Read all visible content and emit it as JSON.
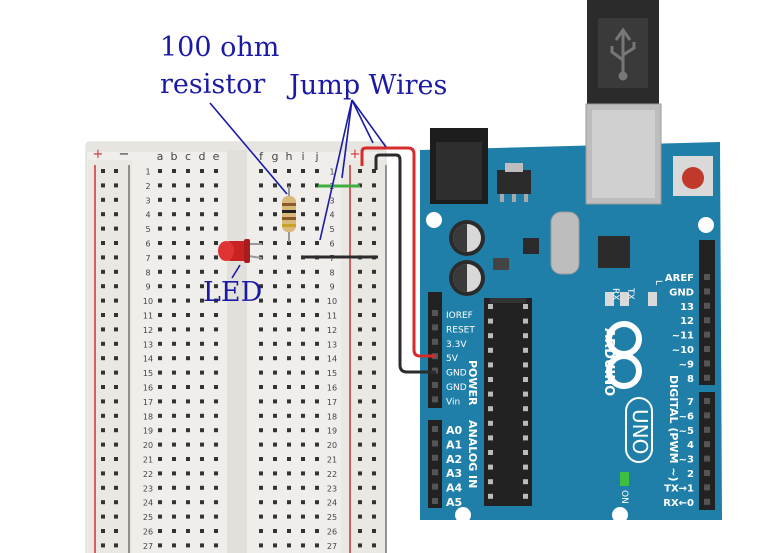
{
  "annotations": {
    "resistor": [
      "100 ohm",
      "resistor"
    ],
    "jump_wires": "Jump Wires",
    "led": "LED"
  },
  "breadboard": {
    "plus": "+",
    "minus": "−",
    "columns_left": [
      "a",
      "b",
      "c",
      "d",
      "e"
    ],
    "columns_right": [
      "f",
      "g",
      "h",
      "i",
      "j"
    ],
    "rows": [
      "1",
      "2",
      "3",
      "4",
      "5",
      "6",
      "7",
      "8",
      "9",
      "10",
      "11",
      "12",
      "13",
      "14",
      "15",
      "16",
      "17",
      "18",
      "19",
      "20",
      "21",
      "22",
      "23",
      "24",
      "25",
      "26",
      "27"
    ]
  },
  "arduino": {
    "brand": "ARDUINO",
    "model": "UNO",
    "tx": "TX",
    "rx": "RX",
    "l": "L",
    "on": "ON",
    "power_header": "POWER",
    "analog_header": "ANALOG IN",
    "digital_header": "DIGITAL (PWM ~)",
    "power_pins": [
      "IOREF",
      "RESET",
      "3.3V",
      "5V",
      "GND",
      "GND",
      "Vin"
    ],
    "analog_pins": [
      "A0",
      "A1",
      "A2",
      "A3",
      "A4",
      "A5"
    ],
    "digital_pins_upper": [
      "AREF",
      "GND",
      "13",
      "12",
      "~11",
      "~10",
      "~9",
      "8"
    ],
    "digital_pins_lower": [
      "7",
      "~6",
      "~5",
      "4",
      "~3",
      "2",
      "TX→1",
      "RX←0"
    ]
  },
  "colors": {
    "board_blue": "#1f7fa8",
    "annotation_blue": "#1a1aa6",
    "red_wire": "#d62c2c",
    "black_wire": "#2b2b2b",
    "green_wire": "#3fae3f",
    "breadboard": "#efeeea"
  }
}
